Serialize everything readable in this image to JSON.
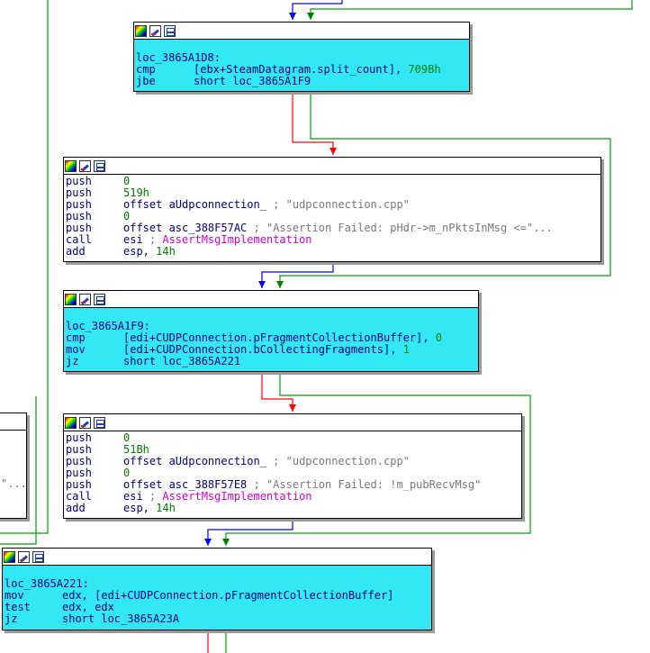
{
  "colors": {
    "edge_true": "#0000ff",
    "edge_false": "#ff0000",
    "edge_uncond": "#008000",
    "edge_green_frame": "#00a000",
    "block_highlight": "#32e8f5"
  },
  "titlebar_icons": [
    "colors-icon",
    "rename-icon",
    "graph-icon"
  ],
  "blocks": {
    "b1": {
      "label": "loc_3865A1D8:",
      "lines": [
        {
          "m": "cmp",
          "a": "[ebx+SteamDatagram.split_count], ",
          "n": "709Bh"
        },
        {
          "m": "jbe",
          "a": "short loc_3865A1F9"
        }
      ]
    },
    "b2": {
      "lines": [
        {
          "m": "push",
          "n": "0"
        },
        {
          "m": "push",
          "n": "519h"
        },
        {
          "m": "push",
          "a": "offset aUdpconnection_ ",
          "c": "; \"udpconnection.cpp\""
        },
        {
          "m": "push",
          "n": "0"
        },
        {
          "m": "push",
          "a": "offset asc_388F57AC ",
          "c": "; \"Assertion Failed: pHdr->m_nPktsInMsg <=\"..."
        },
        {
          "m": "call",
          "a": "esi ",
          "c": "; ",
          "f": "AssertMsgImplementation"
        },
        {
          "m": "add",
          "a": "esp, ",
          "n": "14h"
        }
      ]
    },
    "b3": {
      "label": "loc_3865A1F9:",
      "lines": [
        {
          "m": "cmp",
          "a": "[edi+CUDPConnection.pFragmentCollectionBuffer], ",
          "n": "0"
        },
        {
          "m": "mov",
          "a": "[edi+CUDPConnection.bCollectingFragments], ",
          "n": "1"
        },
        {
          "m": "jz",
          "a": "short loc_3865A221"
        }
      ]
    },
    "b4": {
      "lines": [
        {
          "m": "push",
          "n": "0"
        },
        {
          "m": "push",
          "n": "51Bh"
        },
        {
          "m": "push",
          "a": "offset aUdpconnection_ ",
          "c": "; \"udpconnection.cpp\""
        },
        {
          "m": "push",
          "n": "0"
        },
        {
          "m": "push",
          "a": "offset asc_388F57E8 ",
          "c": "; \"Assertion Failed: !m_pubRecvMsg\""
        },
        {
          "m": "call",
          "a": "esi ",
          "c": "; ",
          "f": "AssertMsgImplementation"
        },
        {
          "m": "add",
          "a": "esp, ",
          "n": "14h"
        }
      ]
    },
    "b5": {
      "label": "loc_3865A221:",
      "lines": [
        {
          "m": "mov",
          "a": "edx, [edi+CUDPConnection.pFragmentCollectionBuffer]"
        },
        {
          "m": "test",
          "a": "edx, edx"
        },
        {
          "m": "jz",
          "a": "short loc_3865A23A"
        }
      ]
    },
    "left_partial": {
      "tail": "\"..."
    }
  }
}
